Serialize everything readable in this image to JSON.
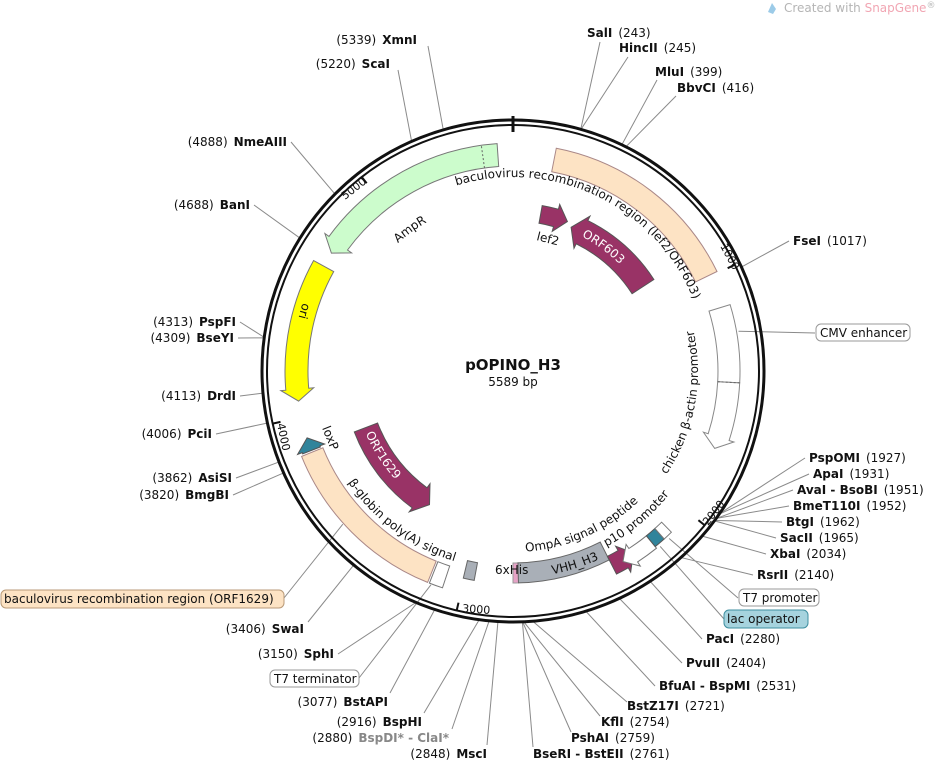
{
  "watermark": {
    "prefix": "Created with ",
    "brand": "SnapGene",
    "reg": "®"
  },
  "plasmid": {
    "name": "pOPINO_H3",
    "length": "5589 bp"
  },
  "ticks": [
    "1000",
    "2000",
    "3000",
    "4000",
    "5000"
  ],
  "features": {
    "bac_lef2": "baculovirus recombination region (lef2/ORF603)",
    "chicken": "chicken β-actin promoter",
    "ompa": "OmpA signal peptide",
    "p10": "p10 promoter",
    "bglobin": "β-globin poly(A) signal",
    "ampr": "AmpR",
    "ori": "ori",
    "orf603": "ORF603",
    "orf1629": "ORF1629",
    "lef2": "lef2",
    "loxp": "loxP",
    "his": "6xHis",
    "vhh": "VHH_H3"
  },
  "feature_boxes": {
    "cmv": "CMV enhancer",
    "t7prom": "T7 promoter",
    "lacop": "lac operator",
    "bac1629": "baculovirus recombination region (ORF1629)",
    "t7term": "T7 terminator"
  },
  "colors": {
    "bisque": "#fde3c4",
    "ampr": "#ccfccc",
    "ori": "#ffff00",
    "purple": "#993366",
    "teal": "#31849b",
    "gray": "#a9afb7",
    "his": "#e6a2c6",
    "lacop_bg": "#a6d3de"
  },
  "enzymes": [
    {
      "name": "SalI",
      "pos": "243"
    },
    {
      "name": "HincII",
      "pos": "245"
    },
    {
      "name": "MluI",
      "pos": "399"
    },
    {
      "name": "BbvCI",
      "pos": "416"
    },
    {
      "name": "FseI",
      "pos": "1017"
    },
    {
      "name": "PspOMI",
      "pos": "1927"
    },
    {
      "name": "ApaI",
      "pos": "1931"
    },
    {
      "name": "AvaI - BsoBI",
      "pos": "1951"
    },
    {
      "name": "BmeT110I",
      "pos": "1952"
    },
    {
      "name": "BtgI",
      "pos": "1962"
    },
    {
      "name": "SacII",
      "pos": "1965"
    },
    {
      "name": "XbaI",
      "pos": "2034"
    },
    {
      "name": "RsrII",
      "pos": "2140"
    },
    {
      "name": "PacI",
      "pos": "2280"
    },
    {
      "name": "PvuII",
      "pos": "2404"
    },
    {
      "name": "BfuAI - BspMI",
      "pos": "2531"
    },
    {
      "name": "BstZ17I",
      "pos": "2721"
    },
    {
      "name": "KflI",
      "pos": "2754"
    },
    {
      "name": "PshAI",
      "pos": "2759"
    },
    {
      "name": "BseRI - BstEII",
      "pos": "2761"
    },
    {
      "name": "XmnI",
      "pos": "5339"
    },
    {
      "name": "ScaI",
      "pos": "5220"
    },
    {
      "name": "NmeAIII",
      "pos": "4888"
    },
    {
      "name": "BanI",
      "pos": "4688"
    },
    {
      "name": "PspFI",
      "pos": "4313"
    },
    {
      "name": "BseYI",
      "pos": "4309"
    },
    {
      "name": "DrdI",
      "pos": "4113"
    },
    {
      "name": "PciI",
      "pos": "4006"
    },
    {
      "name": "AsiSI",
      "pos": "3862"
    },
    {
      "name": "BmgBI",
      "pos": "3820"
    },
    {
      "name": "SwaI",
      "pos": "3406"
    },
    {
      "name": "SphI",
      "pos": "3150"
    },
    {
      "name": "BstAPI",
      "pos": "3077"
    },
    {
      "name": "BspHI",
      "pos": "2916"
    },
    {
      "name": "BspDI* - ClaI*",
      "pos": "2880"
    },
    {
      "name": "MscI",
      "pos": "2848"
    }
  ]
}
